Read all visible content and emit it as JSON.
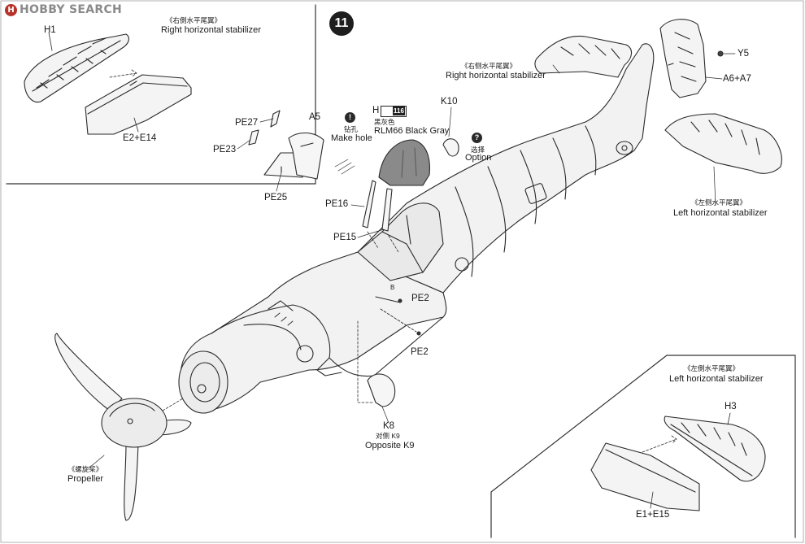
{
  "watermark": {
    "mark": "H",
    "text": "HOBBY SEARCH"
  },
  "step": {
    "number": "11"
  },
  "insets": {
    "top_left": {
      "title_cn": "《右側水平尾翼》",
      "title_en": "Right horizontal stabilizer",
      "parts": [
        "H1",
        "E2+E14"
      ]
    },
    "bottom_right": {
      "title_cn": "《左側水平尾翼》",
      "title_en": "Left horizontal stabilizer",
      "parts": [
        "H3",
        "E1+E15"
      ]
    }
  },
  "callouts": {
    "right_stab": {
      "cn": "《右侧水平尾翼》",
      "en": "Right horizontal stabilizer"
    },
    "left_stab": {
      "cn": "《左侧水平尾翼》",
      "en": "Left horizontal stabilizer"
    },
    "propeller": {
      "cn": "《螺旋桨》",
      "en": "Propeller"
    },
    "make_hole": {
      "cn": "钻孔",
      "en": "Make hole",
      "icon": "!"
    },
    "option": {
      "cn": "选择",
      "en": "Option",
      "icon": "?"
    },
    "paint": {
      "part": "H",
      "color_num": "116",
      "cn": "黑灰色",
      "en": "RLM66 Black Gray"
    },
    "opposite": {
      "part": "K8",
      "cn": "对侧 K9",
      "en": "Opposite K9"
    }
  },
  "part_labels": {
    "pe27": "PE27",
    "pe23": "PE23",
    "pe25": "PE25",
    "a5": "A5",
    "pe16": "PE16",
    "pe15": "PE15",
    "k10": "K10",
    "pe2_a": "PE2",
    "pe2_b": "PE2",
    "y5": "Y5",
    "a6a7": "A6+A7",
    "b": "B"
  }
}
